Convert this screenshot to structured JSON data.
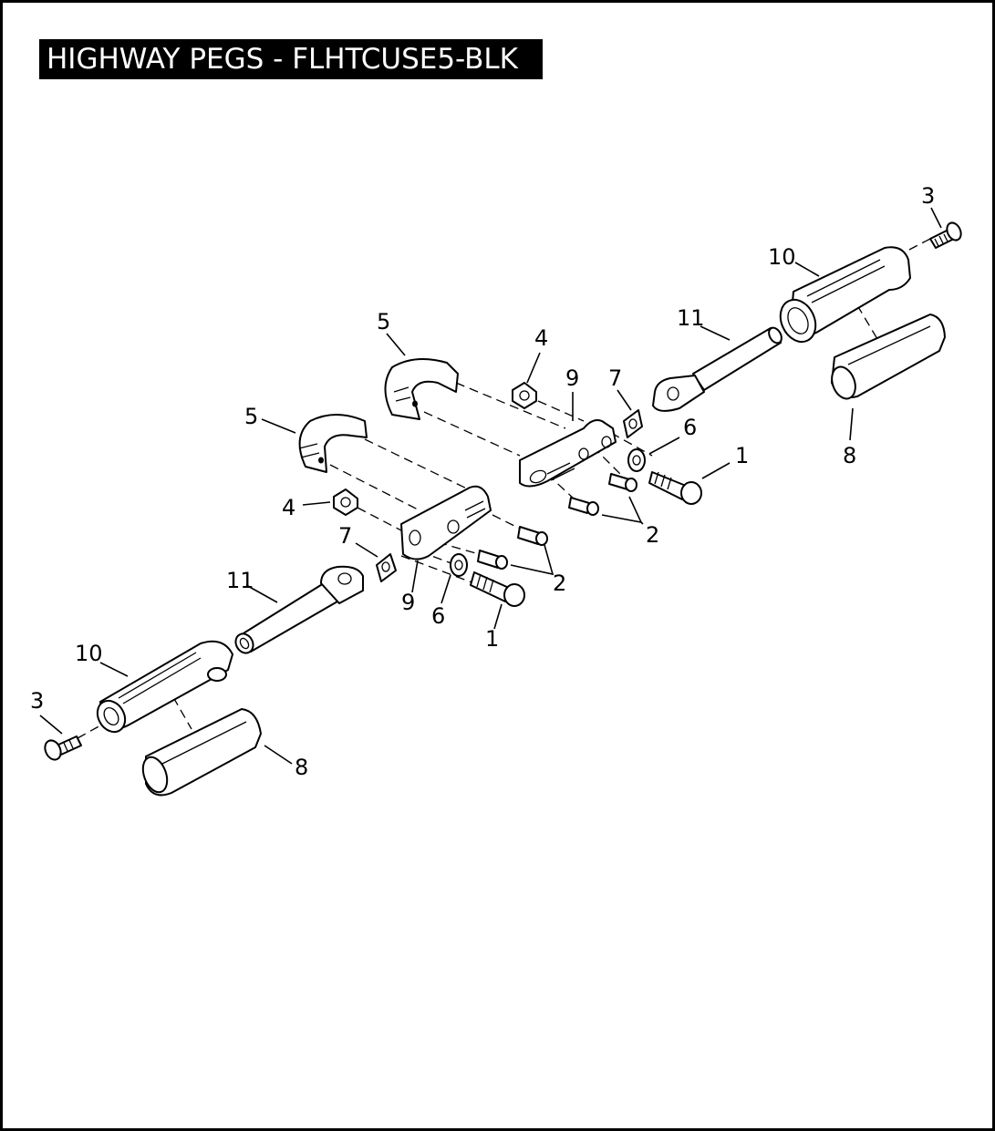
{
  "title": "HIGHWAY PEGS - FLHTCUSE5-BLK",
  "callouts": {
    "c1a": "1",
    "c1b": "1",
    "c2a": "2",
    "c2b": "2",
    "c3a": "3",
    "c3b": "3",
    "c4a": "4",
    "c4b": "4",
    "c5a": "5",
    "c5b": "5",
    "c6a": "6",
    "c6b": "6",
    "c7a": "7",
    "c7b": "7",
    "c8a": "8",
    "c8b": "8",
    "c9a": "9",
    "c9b": "9",
    "c10a": "10",
    "c10b": "10",
    "c11a": "11",
    "c11b": "11"
  }
}
